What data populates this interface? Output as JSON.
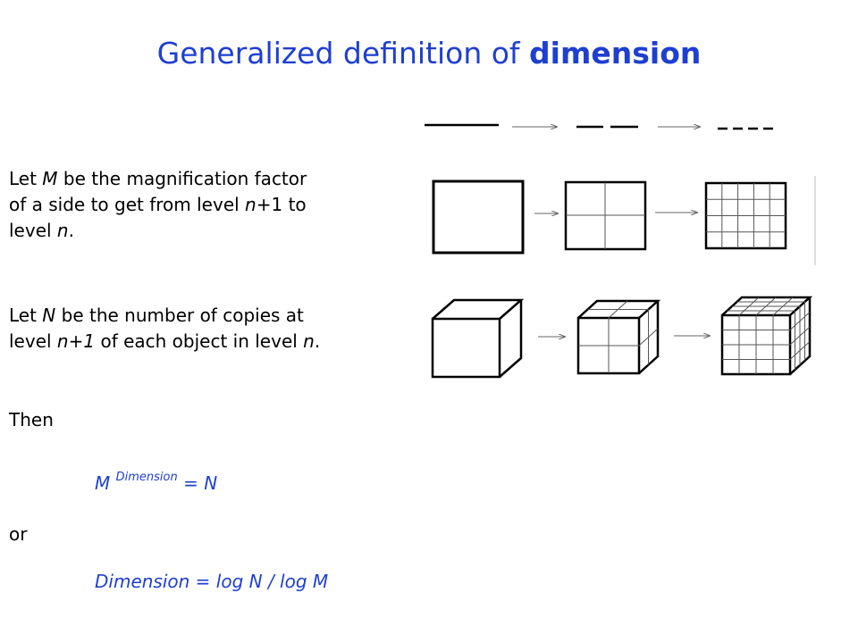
{
  "slide": {
    "title_plain": "Generalized definition of ",
    "title_bold": "dimension",
    "para1": {
      "t1": "Let ",
      "v1": "M",
      "t2": " be the magnification factor",
      "t3": "of a side to get from level ",
      "v2": "n",
      "t4": "+1 to",
      "t5": "level ",
      "v3": "n",
      "t6": "."
    },
    "para2": {
      "t1": "Let ",
      "v1": "N",
      "t2": " be the number of copies at",
      "t3": "level ",
      "v2": "n+1",
      "t4": " of each object in level ",
      "v3": "n",
      "t5": "."
    },
    "then": "Then",
    "or": "or",
    "formula1": {
      "base": "M ",
      "exp": "Dimension",
      "rest": " = N"
    },
    "formula2": "Dimension = log N / log M"
  }
}
